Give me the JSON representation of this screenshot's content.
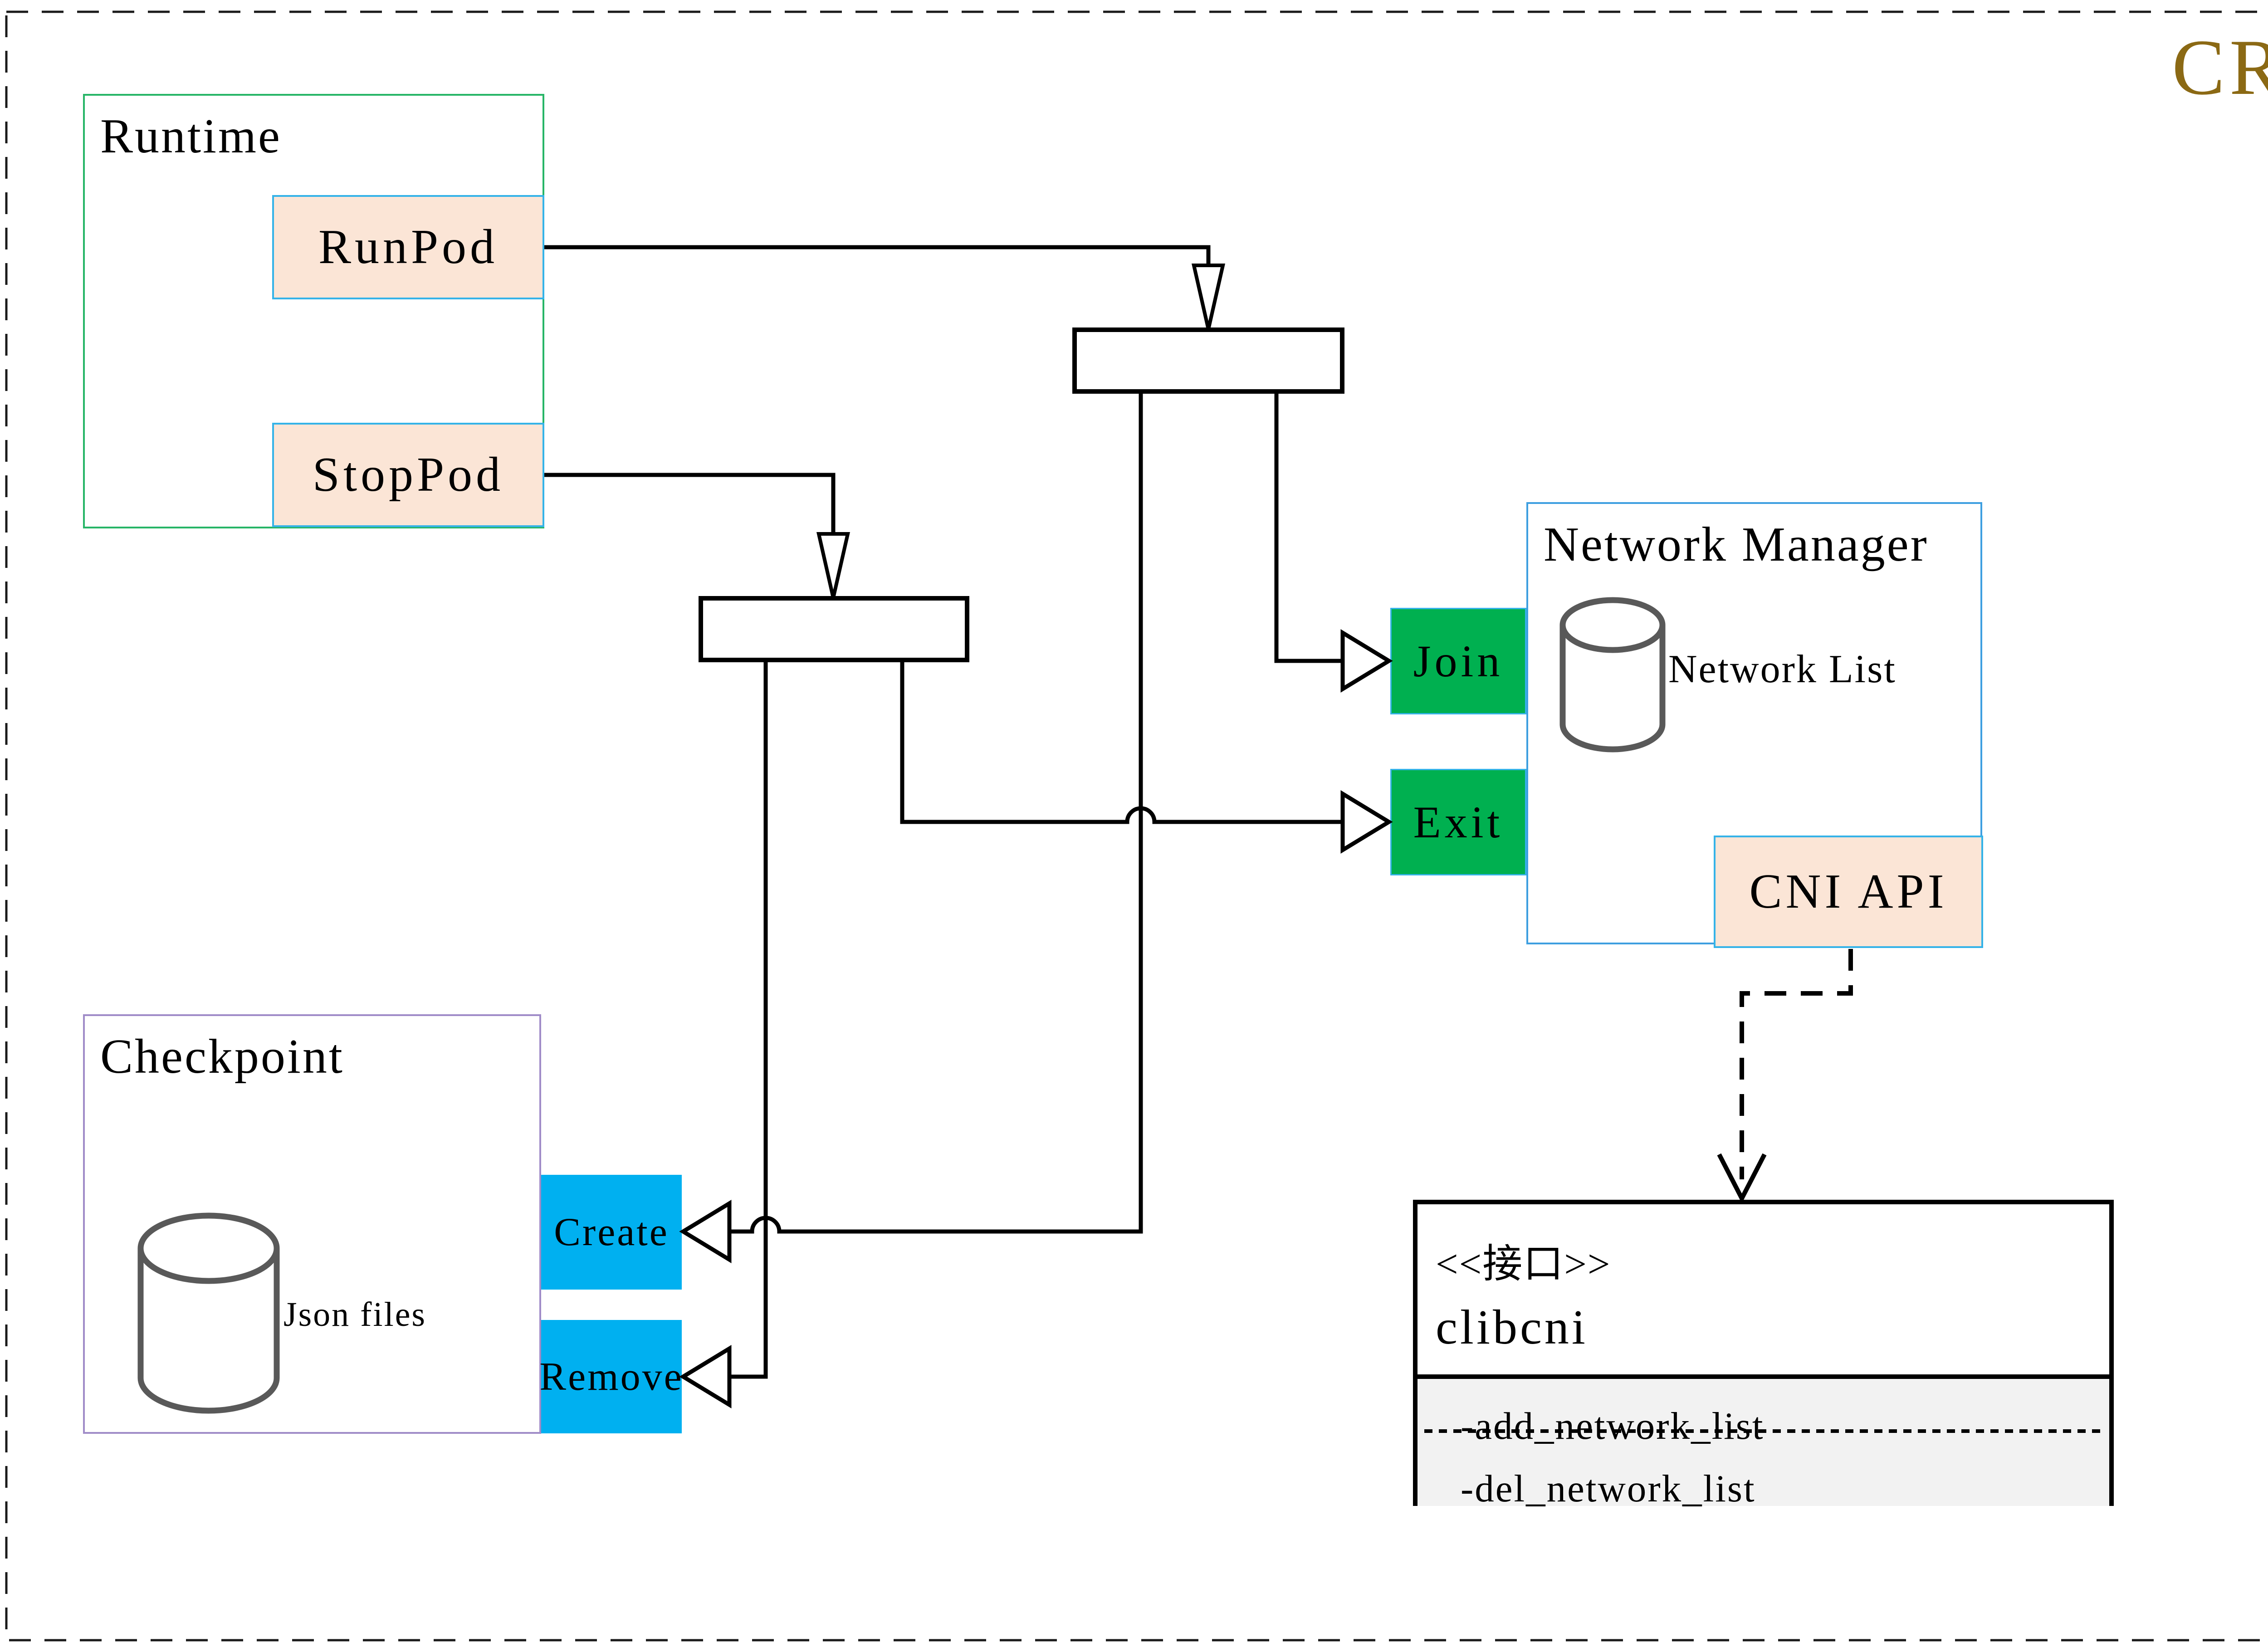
{
  "title": "CRI",
  "colors": {
    "accent_gold": "#8b6914",
    "green_fill": "#00b050",
    "blue_fill": "#00b0f0",
    "peach_fill": "#fbe5d6",
    "cyan_border": "#35b3e8",
    "runtime_border_green": "#27b567",
    "network_manager_border_blue": "#3e9fe0",
    "checkpoint_border_purple": "#a08cc8",
    "cylinder_gray": "#595959",
    "uml_lower_compartment_gray": "#f2f2f2",
    "line_black": "#000000"
  },
  "runtime": {
    "label": "Runtime",
    "run_pod": "RunPod",
    "stop_pod": "StopPod"
  },
  "network_manager": {
    "label": "Network Manager",
    "network_list": "Network List",
    "join": "Join",
    "exit": "Exit",
    "cni_api": "CNI API"
  },
  "checkpoint": {
    "label": "Checkpoint",
    "json_files": "Json files",
    "create": "Create",
    "remove": "Remove"
  },
  "interface_box": {
    "stereotype": "<<接口>>",
    "name": "clibcni",
    "method_add": "-add_network_list",
    "method_del": "-del_network_list"
  }
}
